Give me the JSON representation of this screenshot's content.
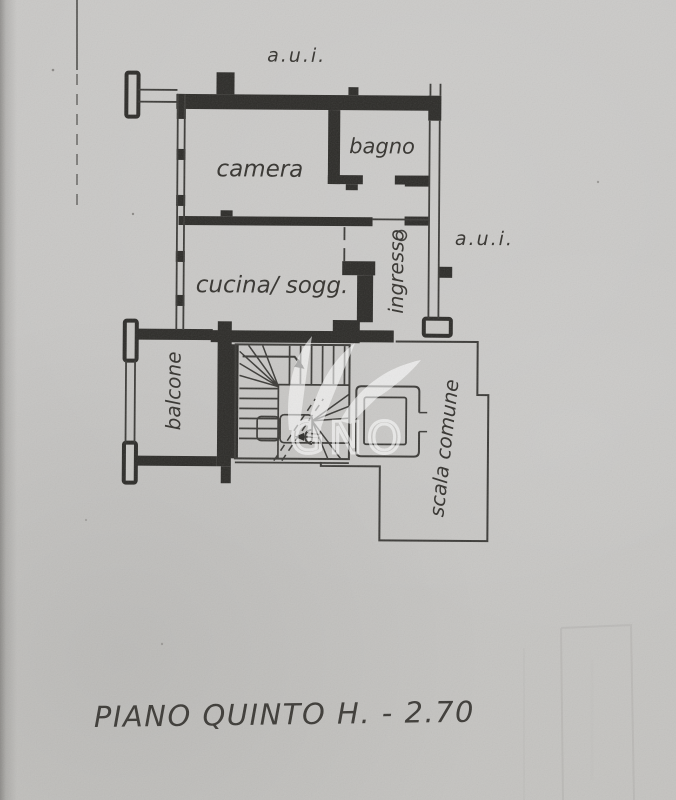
{
  "plan": {
    "caption": "PIANO QUINTO H. - 2.70",
    "rooms": {
      "camera": "camera",
      "bagno": "bagno",
      "cucina_sogg": "cucina/ sogg.",
      "ingresso": "ingresso",
      "balcone": "balcone",
      "scala_comune": "scala comune"
    },
    "annotations": {
      "aui_top": "a.u.i.",
      "aui_right": "a.u.i."
    },
    "watermark_text": "GNO",
    "colors": {
      "paper": "#c8c6c3",
      "ink": "#2c2b28",
      "thin_line": "#3b3a37",
      "watermark": "#ffffff"
    }
  }
}
